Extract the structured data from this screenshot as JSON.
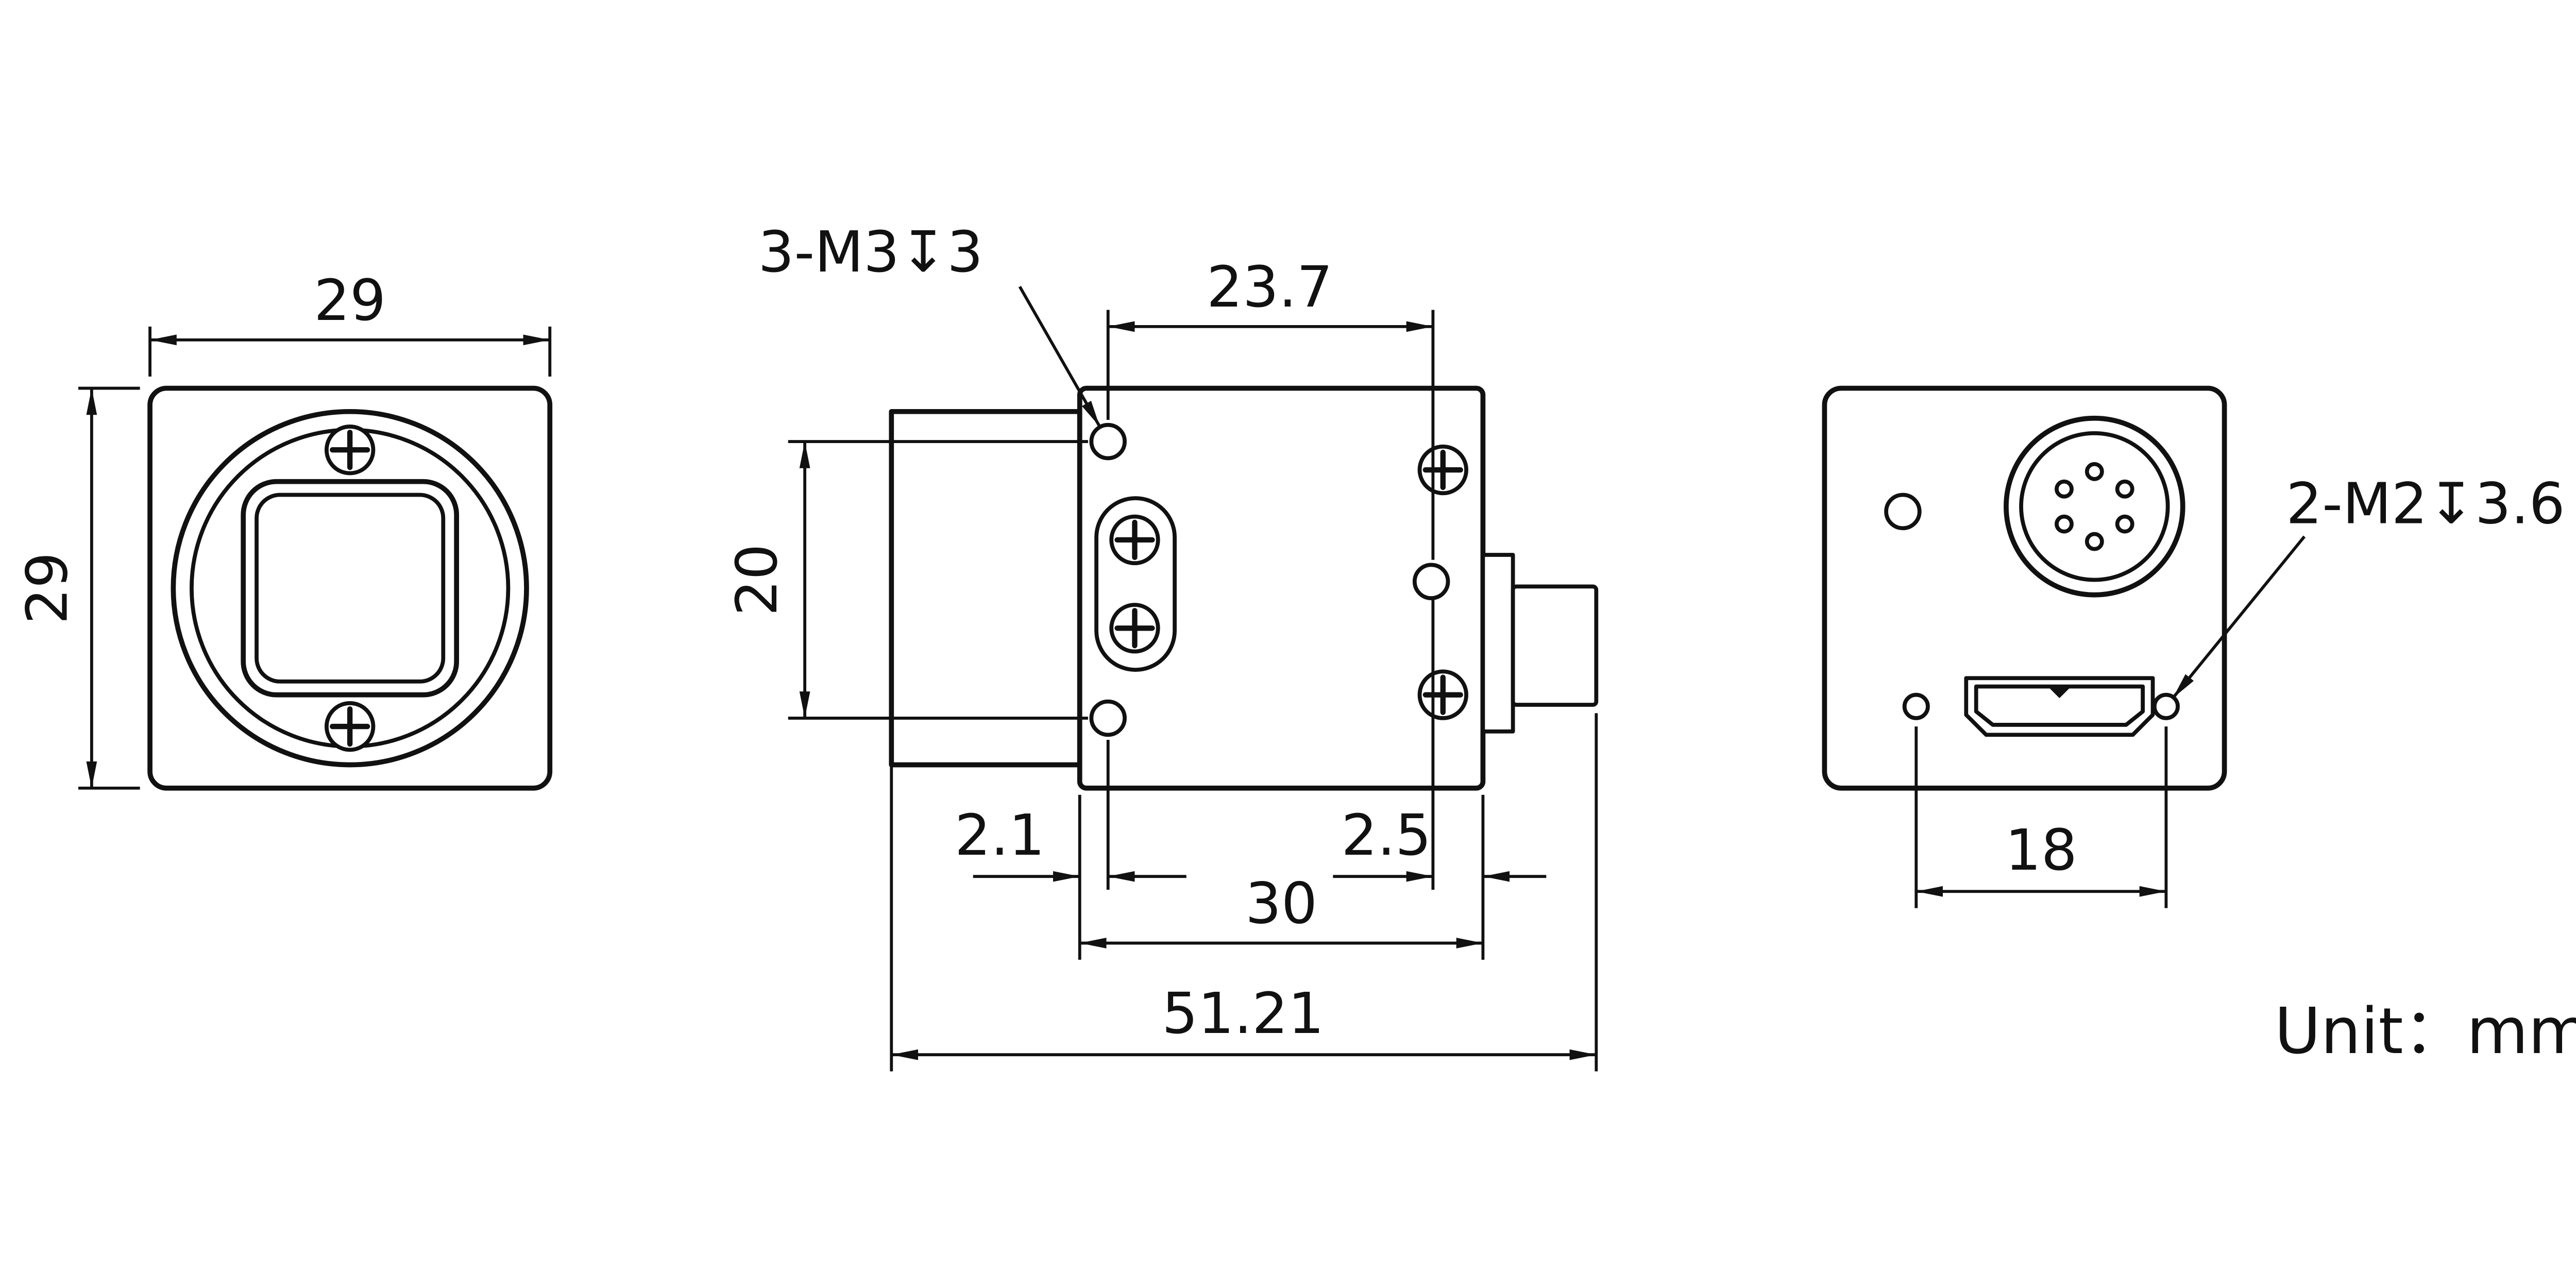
{
  "drawing": {
    "front_view": {
      "width_dim": "29",
      "height_dim": "29"
    },
    "side_view": {
      "thread_callout": "3-M3↧3",
      "hole_spacing_top": "23.7",
      "hole_spacing_left": "20",
      "offset_front": "2.1",
      "offset_rear": "2.5",
      "body_length": "30",
      "overall_length": "51.21"
    },
    "rear_view": {
      "thread_callout": "2-M2↧3.6",
      "hole_spacing": "18"
    },
    "unit_label": "Unit：mm",
    "colors": {
      "line": "#111111",
      "background": "#ffffff"
    }
  }
}
